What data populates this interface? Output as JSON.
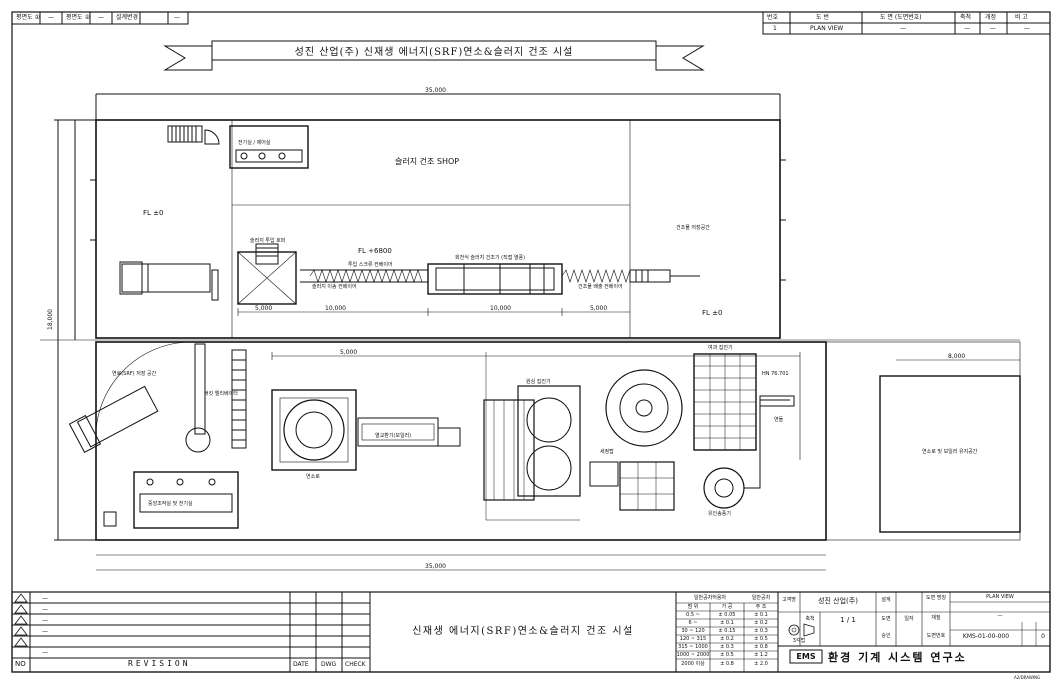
{
  "drawing": {
    "title": "성진 산업(주) 신재생 에너지(SRF)연소&슬러지 건조 시설",
    "top_left_header": [
      "평면도 ①",
      "—",
      "평면도 ②",
      "—",
      "설계변경",
      "—"
    ],
    "top_right_header": [
      "번호",
      "도 번",
      "도 면 (도면번호)",
      "축척",
      "개정",
      "비 고"
    ],
    "top_right_values": [
      "1",
      "PLAN VIEW",
      "—",
      "—",
      "—",
      "—"
    ],
    "labels": {
      "sludge_shop": "슬러지 건조 SHOP",
      "fl_0_left": "FL ±0",
      "fl_6800": "FL +6800",
      "fl_0_right": "FL ±0",
      "top_room": "전기실 / 제어실",
      "feed_hopper": "슬러지 투입 호퍼",
      "screw_feeder": "투입 스크류 컨베이어",
      "screw_feeder_2": "슬러지 이송 컨베이어",
      "dryer_label": "회전식 슬러지 건조기 (직접 열풍)",
      "dry_chute": "건조물 배출 컨베이어",
      "aux_space": "건조물 저장공간",
      "right_room": "연소로 및 보일러 유지공간",
      "lower_left_label": "연료(SRF) 저장 공간",
      "bucket_elevator": "버킷 엘리베이터",
      "control_room": "중앙조작실 및 전기실",
      "furnace_label": "연소로",
      "boiler_label": "열교환기(보일러)",
      "cyclone_label": "원심 집진기",
      "scrubber_label": "세정탑",
      "bag_filter": "여과 집진기",
      "fan_label": "유인송풍기",
      "stack_label": "연돌",
      "note_right": "HN 76.701"
    },
    "dims": {
      "overall_top": "35,000",
      "overall_bottom": "35,000",
      "left_height": "18,000",
      "d1": "5,000",
      "d2": "10,000",
      "d3": "10,000",
      "d4": "5,000",
      "d5": "5,000",
      "right_width": "8,000"
    }
  },
  "title_block": {
    "revision_rows": [
      "—",
      "—",
      "—",
      "—",
      "—"
    ],
    "rev_mark": "NO",
    "revision_label": "REVISION",
    "date_label": "DATE",
    "dwg_label": "DWG",
    "check_label": "CHECK",
    "project_title": "신재생 에너지(SRF)연소&슬러지 건조 시설",
    "tolerance_header": [
      "일반공차허용차",
      "일반공차"
    ],
    "tolerance_sub": [
      "범 위",
      "가 공",
      "주 조"
    ],
    "tolerance_rows": [
      [
        "0.5 ~",
        "± 0.05",
        "± 0.1"
      ],
      [
        "6 ~",
        "± 0.1",
        "± 0.2"
      ],
      [
        "30 ~ 120",
        "± 0.15",
        "± 0.3"
      ],
      [
        "120 ~ 315",
        "± 0.2",
        "± 0.5"
      ],
      [
        "315 ~ 1000",
        "± 0.3",
        "± 0.8"
      ],
      [
        "1000 ~ 2000",
        "± 0.5",
        "± 1.2"
      ],
      [
        "2000 이상",
        "± 0.8",
        "± 2.0"
      ]
    ],
    "client_label": "고객명",
    "client": "성진 산업(주)",
    "scale_label": "축척",
    "scale": "1 / 1",
    "projection": "3각법",
    "date_field_label": "일자",
    "design_label": "설계",
    "draw_label": "도면",
    "approve_label": "승인",
    "dwg_title_label": "도면 명칭",
    "dwg_title": "PLAN VIEW",
    "material_label": "재질",
    "material": "—",
    "dwg_no_label": "도면번호",
    "dwg_no": "KMS-01-00-000",
    "rev_no": "0",
    "company_mark": "EMS",
    "company_name": "환경 기계 시스템 연구소",
    "sheet_tag": "A2/DRAWING"
  }
}
